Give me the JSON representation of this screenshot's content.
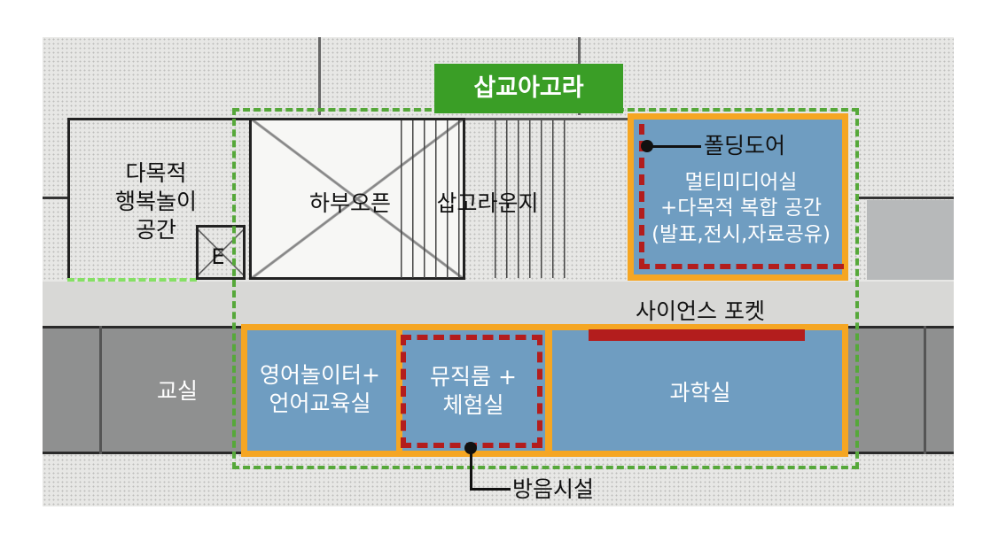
{
  "title": "삽교아고라",
  "rooms": {
    "multipurpose_play": "다목적\n행복놀이\n공간",
    "elevator": "E",
    "open_below": "하부오픈",
    "lounge": "삽고라운지",
    "multimedia": "멀티미디어실\n+다목적 복합 공간\n(발표,전시,자료공유)",
    "classroom": "교실",
    "english": "영어놀이터+\n언어교육실",
    "music": "뮤직룸 +\n체험실",
    "science": "과학실"
  },
  "callouts": {
    "folding_door": "폴딩도어",
    "science_pocket": "사이언스 포켓",
    "soundproof": "방음시설"
  },
  "colors": {
    "title_bg": "#3a9e26",
    "outline_green": "#56a83a",
    "room_blue": "#6f9dc1",
    "orange": "#f5a623",
    "red_dashed": "#b31d1d"
  }
}
